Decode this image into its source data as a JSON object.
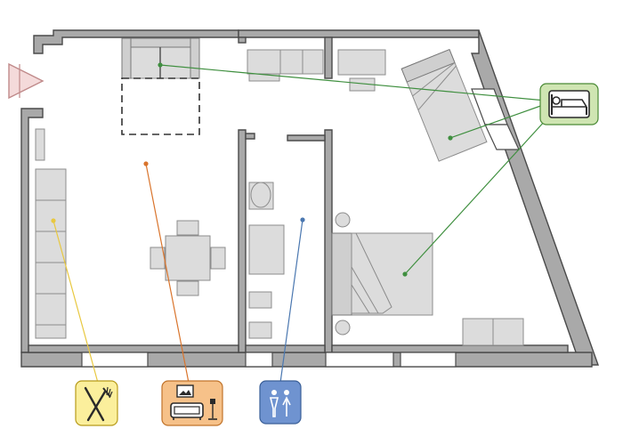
{
  "colors": {
    "wall": "#a9a9a9",
    "furniture": "#dcdcdc",
    "bedroom": "#3f8f3f",
    "kitchen": "#e8c840",
    "living": "#d9742c",
    "bathroom": "#4a77b0"
  },
  "legend": [
    {
      "id": "bedroom",
      "icon": "bed-icon",
      "bg": "#cfe5b2",
      "stroke": "#4a8a35"
    },
    {
      "id": "kitchen",
      "icon": "fork-knife-icon",
      "bg": "#fbef9c",
      "stroke": "#b79b1a"
    },
    {
      "id": "living",
      "icon": "sofa-picture-lamp-icon",
      "bg": "#f6c189",
      "stroke": "#c1732a"
    },
    {
      "id": "bathroom",
      "icon": "restroom-icon",
      "bg": "#6f93d0",
      "stroke": "#3a5f98"
    }
  ]
}
